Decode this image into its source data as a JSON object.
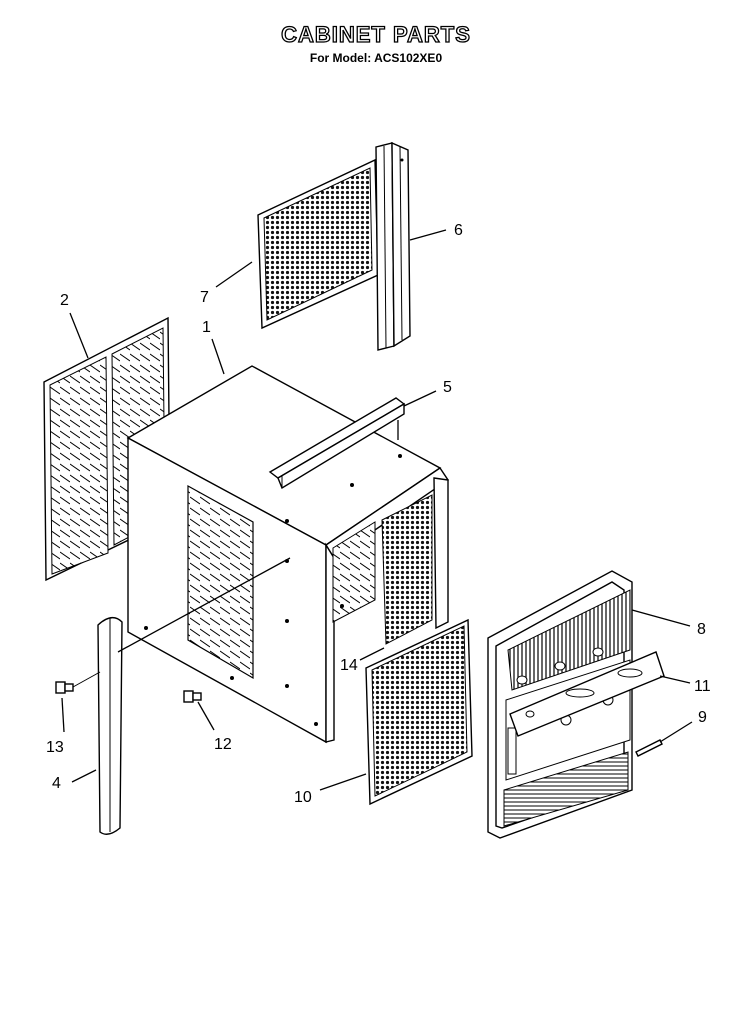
{
  "title": "CABINET PARTS",
  "subtitle": "For Model: ACS102XE0",
  "callouts": [
    "1",
    "2",
    "4",
    "5",
    "6",
    "7",
    "8",
    "9",
    "10",
    "11",
    "12",
    "13",
    "14"
  ]
}
